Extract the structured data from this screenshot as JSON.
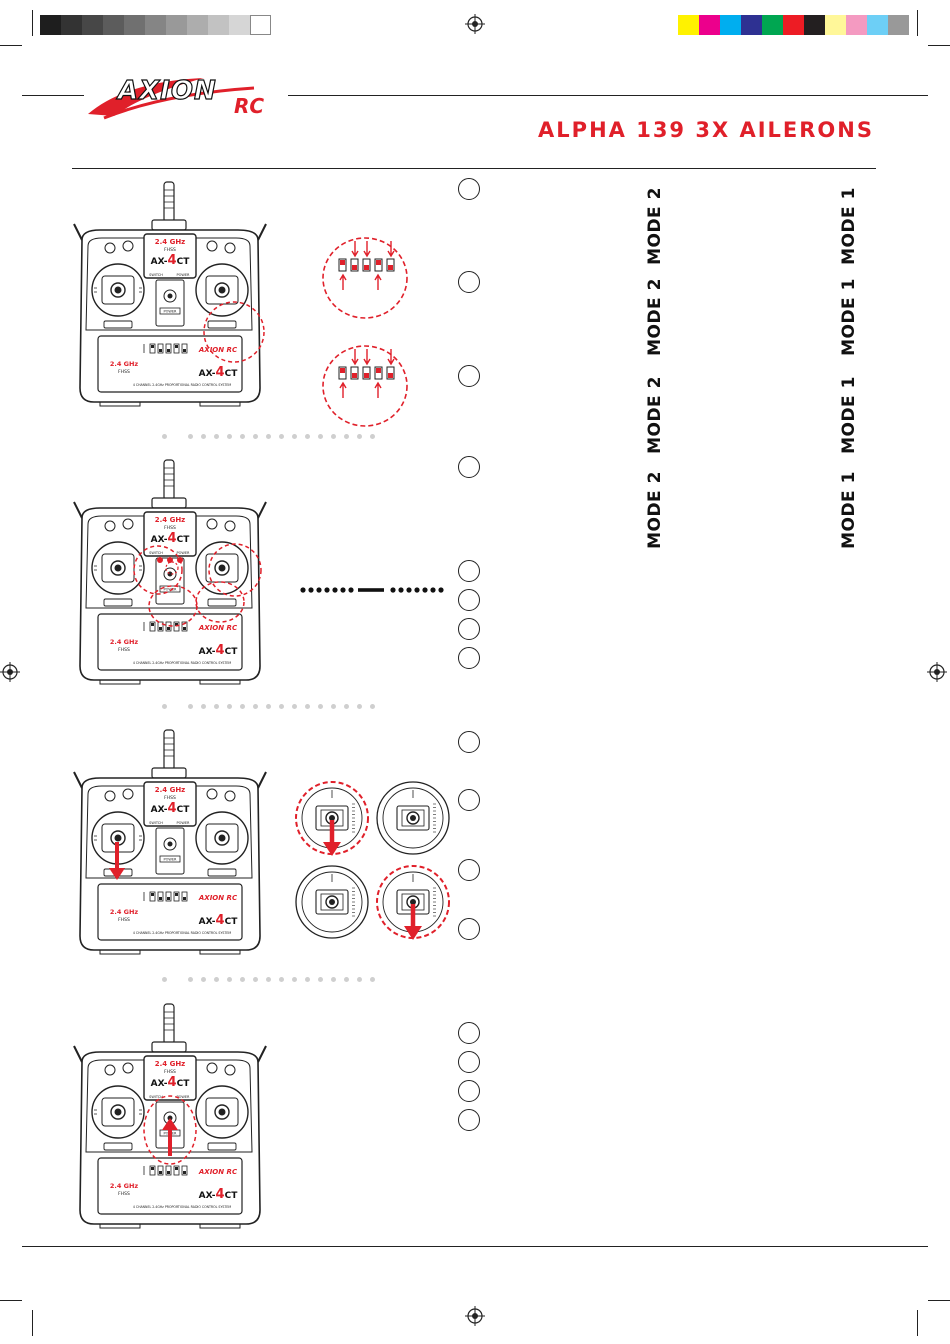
{
  "brand": {
    "logo_main": "AXION",
    "logo_sub": "RC",
    "colors": {
      "red": "#e0202a",
      "black": "#111111",
      "gray": "#9a9a9a"
    }
  },
  "page_title": "ALPHA 139 3X AILERONS",
  "registration": {
    "gray_swatches": [
      "#1e1e1e",
      "#333333",
      "#474747",
      "#5c5c5c",
      "#707070",
      "#858585",
      "#999999",
      "#adadad",
      "#c2c2c2",
      "#d6d6d6",
      "#ffffff"
    ],
    "color_swatches": [
      "#fff200",
      "#ec008c",
      "#00aeef",
      "#2e3192",
      "#00a651",
      "#ed1c24",
      "#231f20",
      "#fff799",
      "#f49ac1",
      "#6dcff6",
      "#999999"
    ]
  },
  "steps": {
    "section1": [
      "",
      "",
      ""
    ],
    "section2": [
      "",
      "",
      "",
      "",
      ""
    ],
    "section3": [
      "",
      "",
      "",
      ""
    ],
    "section4": [
      "",
      "",
      "",
      ""
    ]
  },
  "modes": {
    "mode2": "MODE 2",
    "mode1": "MODE 1"
  },
  "transmitter": {
    "band": "2.4 GHz",
    "protocol": "FHSS",
    "model_prefix": "AX-",
    "model_number": "4",
    "model_suffix": "CT",
    "brand_badge": "AXION RC",
    "bottom_line": "4 CHANNEL 2.4GHz PROPORTIONAL RADIO CONTROL SYSTEM",
    "switch_left": "SWITCH",
    "switch_right": "POWER",
    "power": "POWER"
  }
}
